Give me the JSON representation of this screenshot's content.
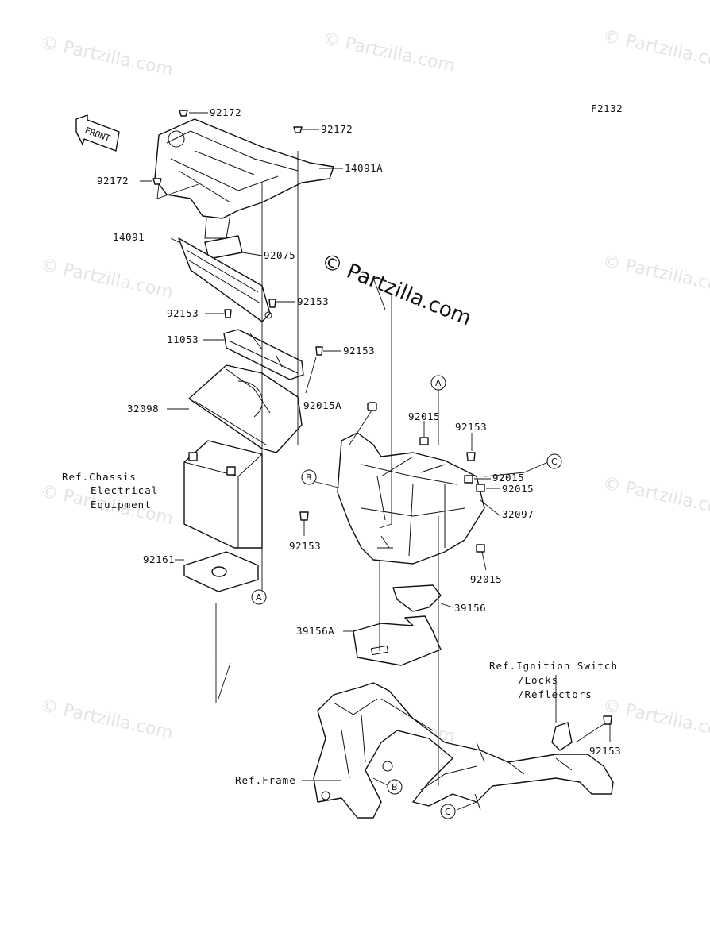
{
  "figure_code": "F2132",
  "watermark_text": "© Partzilla.com",
  "center_watermark": "© Partzilla.com",
  "front_arrow_label": "FRONT",
  "part_labels": {
    "p92172_top": "92172",
    "p92172_mid": "92172",
    "p92172_left": "92172",
    "p14091A": "14091A",
    "p14091": "14091",
    "p92075": "92075",
    "p92153_a": "92153",
    "p92153_b": "92153",
    "p11053": "11053",
    "p92153_c": "92153",
    "p32098": "32098",
    "p92015A": "92015A",
    "p92015_a": "92015",
    "p92153_d": "92153",
    "p92015_b": "92015",
    "p92015_c": "92015",
    "p32097": "32097",
    "p92153_e": "92153",
    "p92015_d": "92015",
    "p92161": "92161",
    "p39156": "39156",
    "p39156A": "39156A",
    "p92153_f": "92153"
  },
  "ref_labels": {
    "chassis_line1": "Ref.Chassis",
    "chassis_line2": "Electrical",
    "chassis_line3": "Equipment",
    "ignition_line1": "Ref.Ignition Switch",
    "ignition_line2": "/Locks",
    "ignition_line3": "/Reflectors",
    "frame": "Ref.Frame"
  },
  "callouts": {
    "a_top": "A",
    "a_bottom": "A",
    "b_left": "B",
    "b_bottom": "B",
    "c_right": "C",
    "c_bottom": "C"
  }
}
